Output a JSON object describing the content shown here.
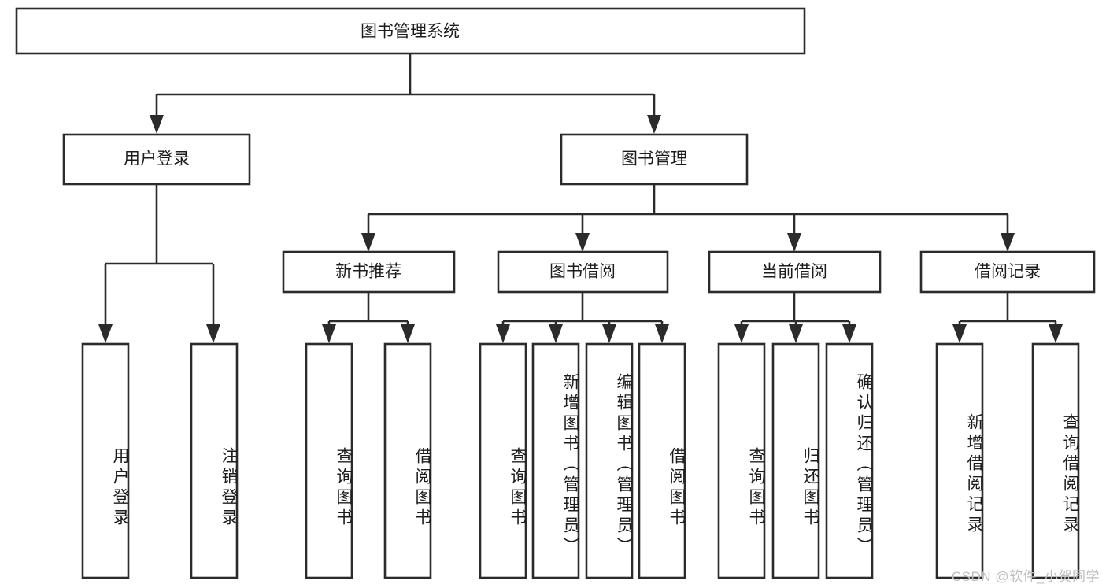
{
  "diagram": {
    "title": "图书管理系统",
    "type": "hierarchy-tree",
    "orientation": "top-down",
    "colors": {
      "box_fill": "#ffffff",
      "box_stroke": "#2b2b2b",
      "text": "#1c1c1c",
      "background": "#ffffff",
      "watermark": "#bdbdbd"
    },
    "root": {
      "label": "图书管理系统"
    },
    "level2": [
      {
        "label": "用户登录"
      },
      {
        "label": "图书管理"
      }
    ],
    "level3": [
      {
        "label": "新书推荐"
      },
      {
        "label": "图书借阅"
      },
      {
        "label": "当前借阅"
      },
      {
        "label": "借阅记录"
      }
    ],
    "leaves": {
      "user_login": [
        {
          "label": "用户登录"
        },
        {
          "label": "注销登录"
        }
      ],
      "new_book_recommend": [
        {
          "label": "查询图书"
        },
        {
          "label": "借阅图书"
        }
      ],
      "book_borrow": [
        {
          "label": "查询图书"
        },
        {
          "label": "新增图书（管理员）"
        },
        {
          "label": "编辑图书（管理员）"
        },
        {
          "label": "借阅图书"
        }
      ],
      "current_borrow": [
        {
          "label": "查询图书"
        },
        {
          "label": "归还图书"
        },
        {
          "label": "确认归还（管理员）"
        }
      ],
      "borrow_record": [
        {
          "label": "新增借阅记录"
        },
        {
          "label": "查询借阅记录"
        }
      ]
    }
  },
  "watermark": {
    "text": "CSDN @软件_小贺同学"
  }
}
